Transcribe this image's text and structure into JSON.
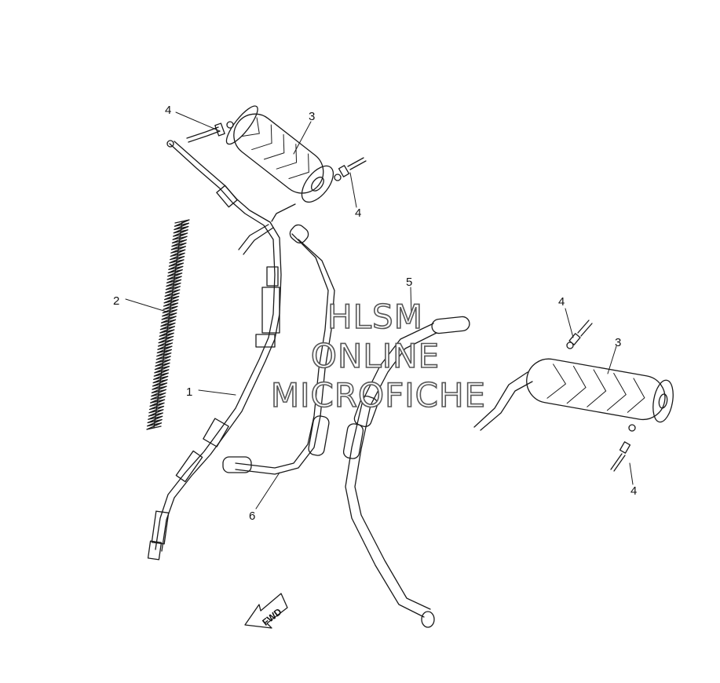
{
  "callouts": {
    "c1": "1",
    "c2": "2",
    "c3a": "3",
    "c3b": "3",
    "c4a": "4",
    "c4b": "4",
    "c4c": "4",
    "c4d": "4",
    "c5": "5",
    "c6": "6"
  },
  "watermark": {
    "line1": "HLSM",
    "line2": "ONLINE",
    "line3": "MICROFICHE"
  },
  "direction": {
    "label": "FWD"
  },
  "icons": {
    "direction_arrow": "fwd-arrow-icon"
  }
}
